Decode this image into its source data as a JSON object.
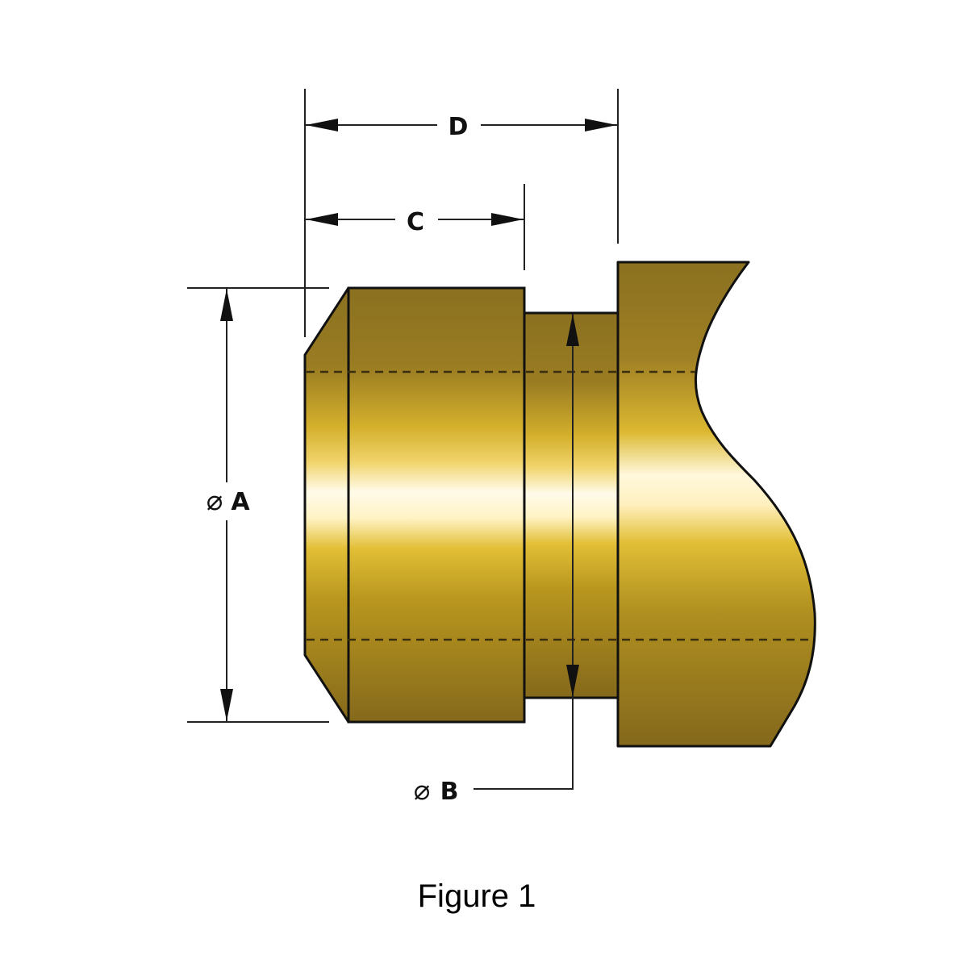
{
  "figure": {
    "caption": "Figure 1",
    "subject": "brass fitting cross-section with dimension callouts",
    "colors": {
      "brass_dark": "#8a7020",
      "brass_mid": "#b8961e",
      "brass_light": "#e8c53a",
      "highlight": "#fffbea",
      "outline": "#111111",
      "dimension_line": "#222222"
    }
  },
  "dimensions": {
    "a": {
      "symbol": "⌀",
      "label": "A",
      "description": "outer diameter"
    },
    "b": {
      "symbol": "⌀",
      "label": "B",
      "description": "groove diameter"
    },
    "c": {
      "label": "C",
      "description": "length to groove"
    },
    "d": {
      "label": "D",
      "description": "length to shoulder"
    }
  }
}
